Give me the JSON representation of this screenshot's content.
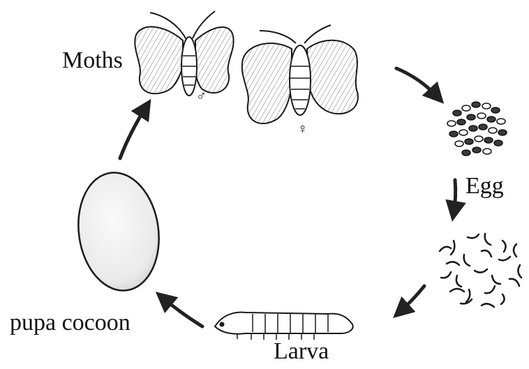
{
  "labels": {
    "moths": "Moths",
    "egg": "Egg",
    "larva": "Larva",
    "pupa": "pupa cocoon",
    "male": "♂",
    "female": "♀"
  }
}
